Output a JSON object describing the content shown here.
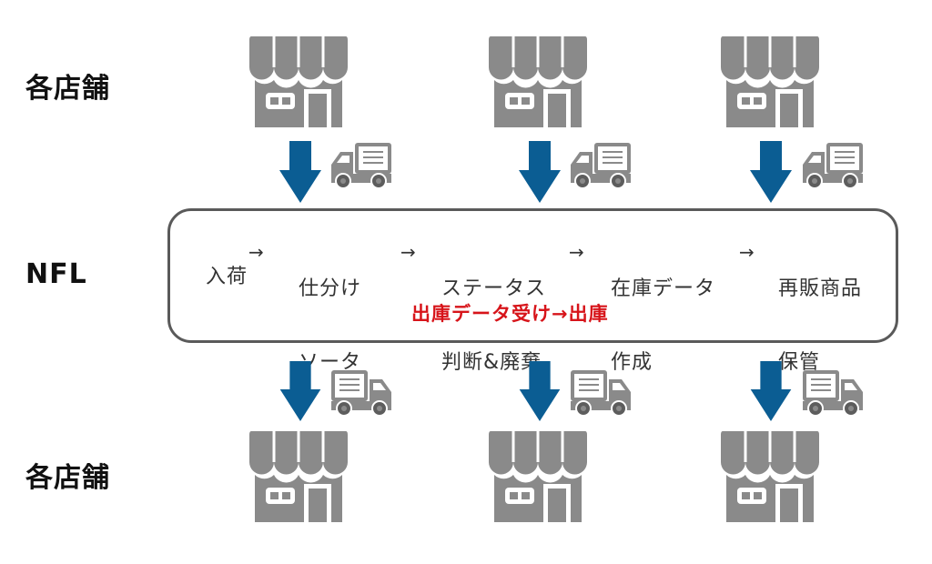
{
  "rows": {
    "top_label": "各店舗",
    "middle_label": "NFL",
    "bottom_label": "各店舗"
  },
  "flow": {
    "steps": [
      {
        "line1": "入荷",
        "line2": ""
      },
      {
        "line1": "仕分け",
        "line2": "ソータ"
      },
      {
        "line1": "ステータス",
        "line2": "判断&廃棄"
      },
      {
        "line1": "在庫データ",
        "line2": "作成"
      },
      {
        "line1": "再販商品",
        "line2": "保管"
      }
    ],
    "arrow_glyph": "→",
    "highlight_text": "出庫データ受け→出庫"
  },
  "icons": {
    "store": "store-icon",
    "truck": "delivery-truck-icon",
    "arrow": "down-arrow-icon"
  },
  "colors": {
    "icon_gray": "#8a8a8a",
    "arrow_blue": "#0b5d93",
    "highlight_red": "#d7141a",
    "box_border": "#5a5a5a"
  }
}
